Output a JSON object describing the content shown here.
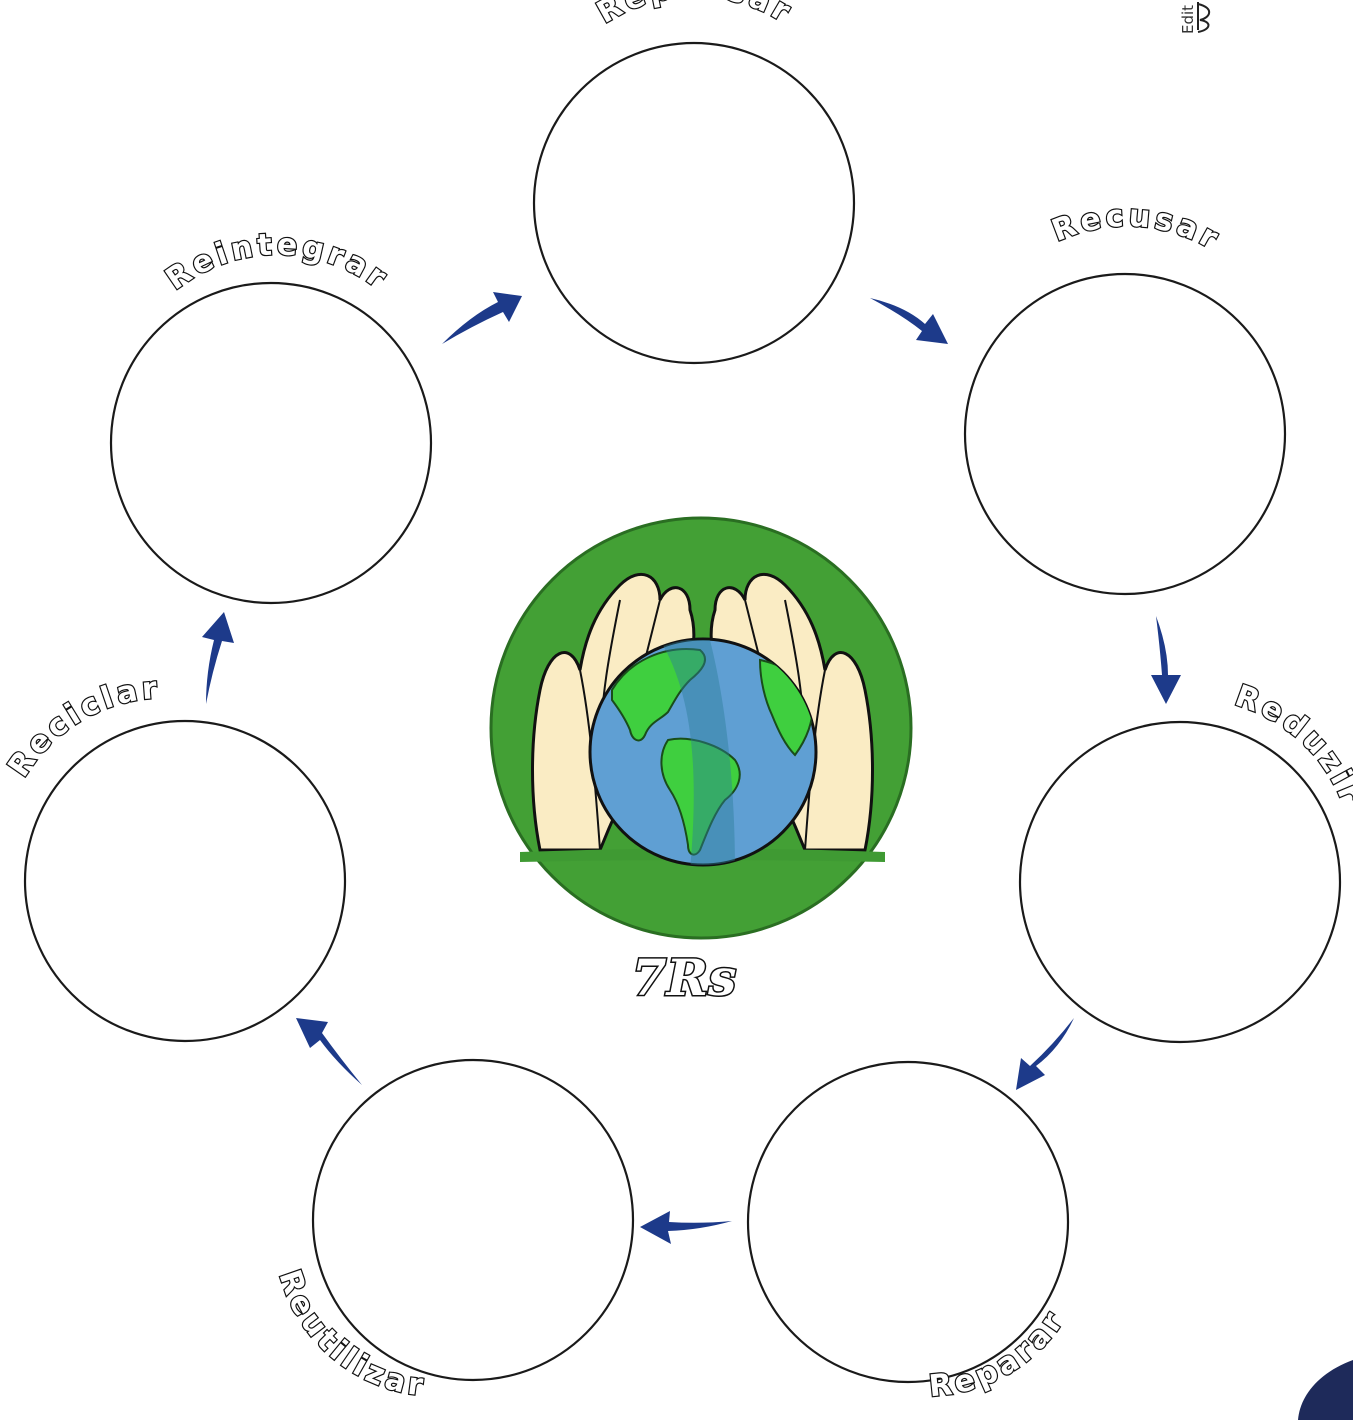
{
  "center": {
    "label": "7Rs"
  },
  "stages": [
    {
      "label": "Repensar"
    },
    {
      "label": "Recusar"
    },
    {
      "label": "Reduzir"
    },
    {
      "label": "Reparar"
    },
    {
      "label": "Reutilizar"
    },
    {
      "label": "Reciclar"
    },
    {
      "label": "Reintegrar"
    }
  ],
  "publisher_mark": {
    "text": "Edit"
  },
  "colors": {
    "arrow": "#1d3a8a",
    "emblem_green": "#43a035",
    "ocean": "#5f9fd3",
    "land": "#3fcf3f",
    "hands": "#faecc4",
    "corner_logo": "#1e2a5a"
  },
  "icons": {
    "emblem": "hands-holding-earth-icon",
    "arrow": "curved-arrow-icon"
  }
}
